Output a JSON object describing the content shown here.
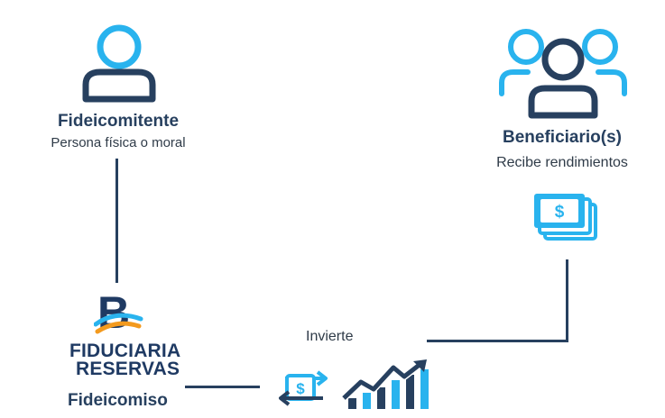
{
  "fideicomitente": {
    "title": "Fideicomitente",
    "subtitle": "Persona física o moral"
  },
  "beneficiario": {
    "title": "Beneficiario(s)",
    "subtitle": "Recibe rendimientos"
  },
  "fiduciaria": {
    "logo_letter": "B",
    "name_line1": "FIDUCIARIA",
    "name_line2": "RESERVAS",
    "caption": "Fideicomiso"
  },
  "flow": {
    "label": "Invierte",
    "money_symbol": "$"
  },
  "colors": {
    "navy": "#27405f",
    "sky": "#29b3ee",
    "orange": "#f39a1e"
  },
  "icons": [
    "person-icon",
    "group-icon",
    "money-stack-icon",
    "exchange-money-icon",
    "growth-chart-icon"
  ]
}
